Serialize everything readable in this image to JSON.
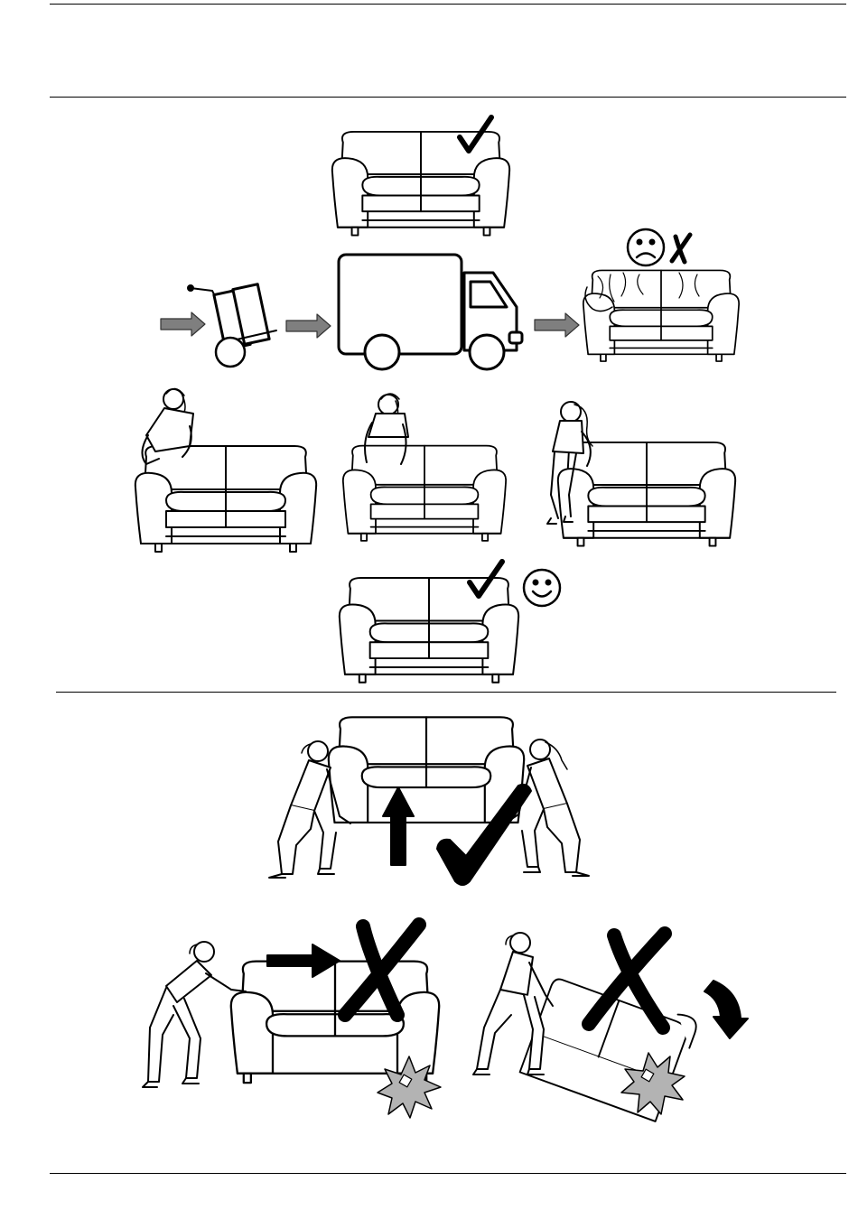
{
  "page": {
    "background": "#ffffff",
    "ink": "#000000",
    "arrow_gray": "#7f7f7f",
    "impact_gray": "#b3b3b3"
  },
  "sections": [
    {
      "name": "unpacking-steps",
      "panels": [
        {
          "name": "sofa-correct-top",
          "mark": "check-icon"
        },
        {
          "name": "transport-sequence",
          "icons": [
            "arrow-right-icon",
            "hand-truck-icon",
            "arrow-right-icon",
            "delivery-truck-icon",
            "arrow-right-icon"
          ]
        },
        {
          "name": "sofa-wrinkled-wrong",
          "marks": [
            "sad-face-icon",
            "cross-icon"
          ]
        },
        {
          "name": "person-adjusting-cover-1"
        },
        {
          "name": "person-adjusting-cover-2"
        },
        {
          "name": "person-adjusting-cover-3"
        },
        {
          "name": "sofa-correct-bottom",
          "marks": [
            "check-icon",
            "happy-face-icon"
          ]
        }
      ]
    },
    {
      "name": "handling-instructions",
      "panels": [
        {
          "name": "two-person-lift-correct",
          "marks": [
            "up-arrow-icon",
            "big-check-icon"
          ]
        },
        {
          "name": "pushing-sofa-wrong",
          "marks": [
            "push-arrow-icon",
            "big-cross-icon",
            "impact-burst-icon"
          ]
        },
        {
          "name": "tilting-sofa-wrong",
          "marks": [
            "curved-arrow-icon",
            "big-cross-icon",
            "impact-burst-icon"
          ]
        }
      ]
    }
  ]
}
